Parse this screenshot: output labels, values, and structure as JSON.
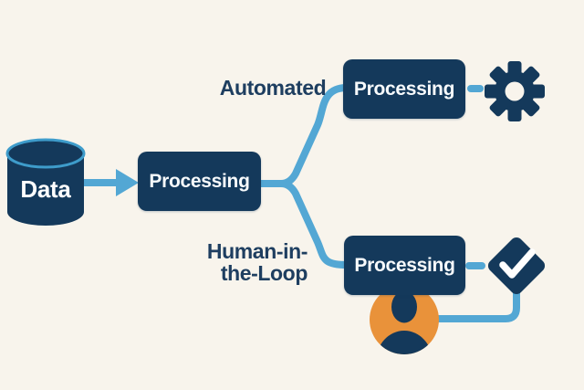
{
  "diagram": {
    "source_label": "Data",
    "center_node_label": "Processing",
    "branches": {
      "automated": {
        "label": "Automated",
        "node_label": "Processing",
        "icon": "gear-icon"
      },
      "human_in_the_loop": {
        "label": "Human-in-the-Loop",
        "label_line1": "Human-in-",
        "label_line2": "the-Loop",
        "node_label": "Processing",
        "icons": [
          "check-icon",
          "person-icon"
        ]
      }
    },
    "icons": {
      "source": "database-cylinder-icon",
      "automated_output": "gear-icon",
      "hitl_output": "check-icon",
      "hitl_reviewer": "person-icon"
    },
    "colors": {
      "background": "#F8F4EC",
      "navy": "#14395B",
      "connector_blue": "#53A7D4",
      "cylinder_rim_blue": "#3E9CCB",
      "orange": "#E9923A",
      "label_text": "#1E3E60",
      "node_text": "#F7FAFC"
    }
  }
}
